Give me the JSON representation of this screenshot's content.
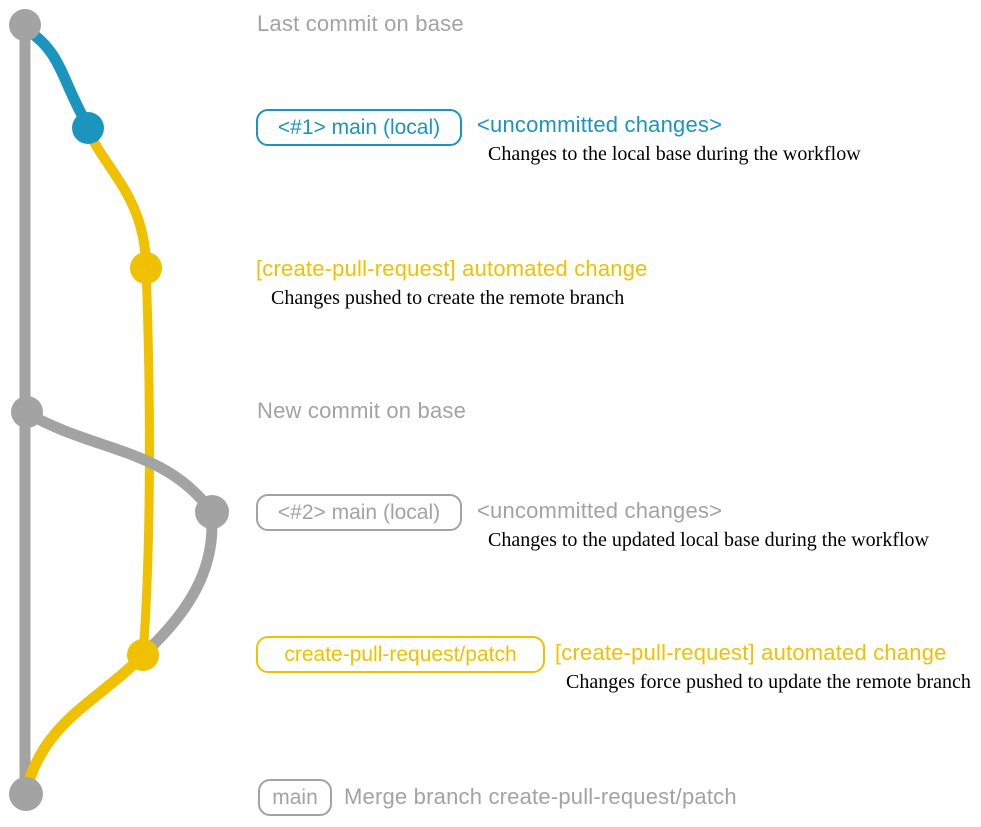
{
  "colors": {
    "gray": "#a3a3a3",
    "blue": "#1b95bd",
    "yellow": "#efc100",
    "desc_text": "#000000"
  },
  "sections": {
    "s1": {
      "title": "Last commit on base"
    },
    "s2": {
      "badge": "<#1> main (local)",
      "note": "<uncommitted changes>",
      "desc": "Changes to the local base during the workflow"
    },
    "s3": {
      "title": "[create-pull-request] automated change",
      "desc": "Changes pushed to create the remote branch"
    },
    "s4": {
      "title": "New commit on base"
    },
    "s5": {
      "badge": "<#2> main (local)",
      "note": "<uncommitted changes>",
      "desc": "Changes to the updated local base during the workflow"
    },
    "s6": {
      "badge": "create-pull-request/patch",
      "note": "[create-pull-request] automated change",
      "desc": "Changes force pushed to update the remote branch"
    },
    "s7": {
      "badge": "main",
      "note": "Merge branch create-pull-request/patch"
    }
  },
  "graph": {
    "branches": [
      {
        "name": "base",
        "color_key": "gray"
      },
      {
        "name": "main-local",
        "color_key": "blue"
      },
      {
        "name": "patch",
        "color_key": "yellow"
      }
    ],
    "commits": [
      {
        "name": "last-commit-on-base",
        "color_key": "gray"
      },
      {
        "name": "main-local-1",
        "color_key": "blue"
      },
      {
        "name": "automated-change-1",
        "color_key": "yellow"
      },
      {
        "name": "new-commit-on-base",
        "color_key": "gray"
      },
      {
        "name": "main-local-2",
        "color_key": "gray"
      },
      {
        "name": "automated-change-2",
        "color_key": "yellow"
      },
      {
        "name": "merge-commit",
        "color_key": "gray"
      }
    ]
  }
}
